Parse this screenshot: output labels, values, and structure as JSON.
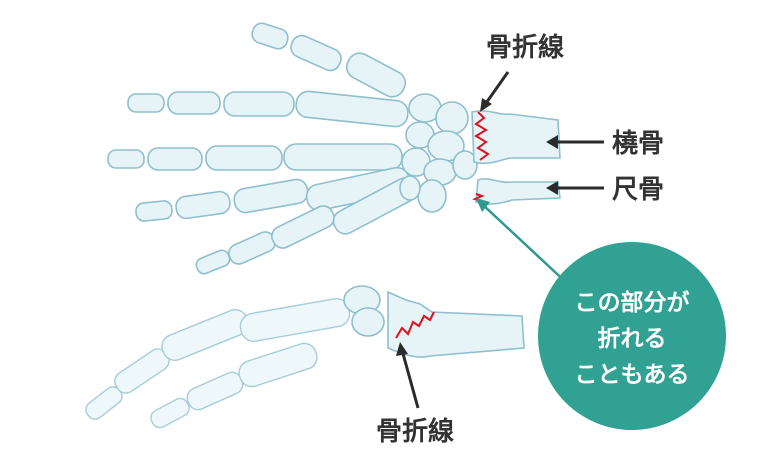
{
  "labels": {
    "fracture_top": "骨折線",
    "fracture_bottom": "骨折線",
    "radius": "橈骨",
    "ulna": "尺骨"
  },
  "badge": {
    "lines": [
      "この部分が",
      "折れる",
      "こともある"
    ]
  },
  "colors": {
    "bone_fill": "#e6f4f8",
    "bone_stroke": "#8fbfcd",
    "fracture": "#e0101e",
    "badge": "#31a193",
    "arrow": "#2b2b2b",
    "label_text": "#333333"
  }
}
